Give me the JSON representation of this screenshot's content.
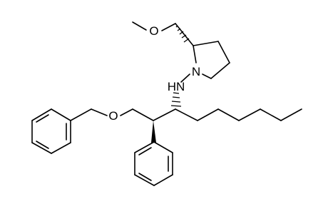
{
  "atoms": {
    "oxygen_methoxy": "O",
    "nitrogen_ring": "N",
    "amine_nh": "HN",
    "oxygen_benzyl": "O"
  },
  "colors": {
    "background": "#ffffff",
    "bond": "#000000"
  }
}
